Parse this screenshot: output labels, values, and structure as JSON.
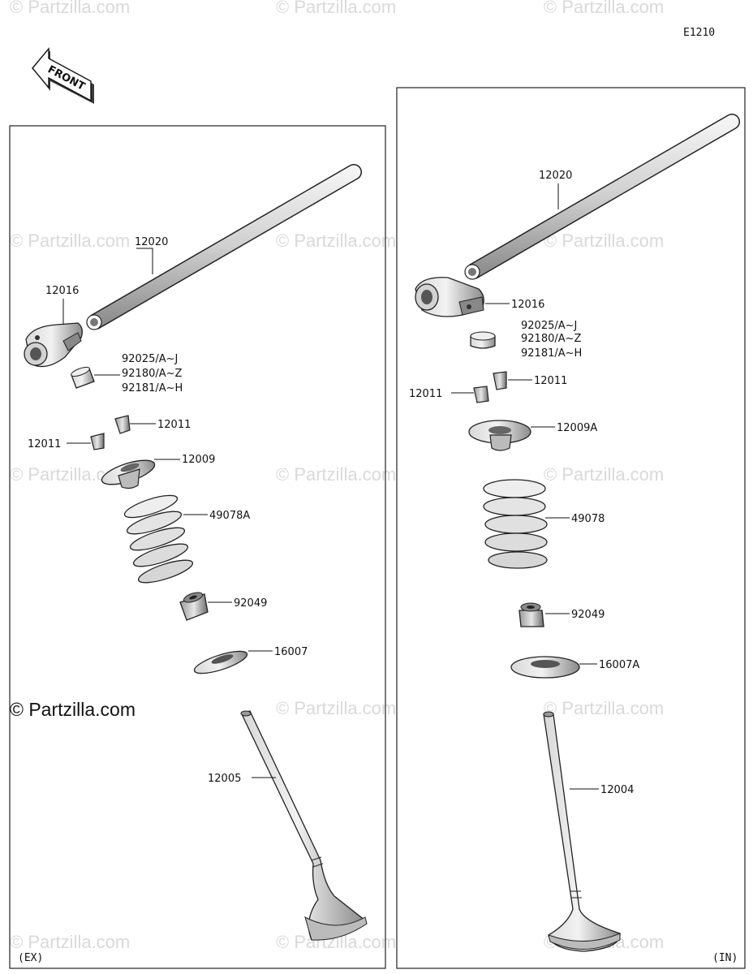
{
  "diagram_code": "E1210",
  "front_label": "FRONT",
  "watermark": "© Partzilla.com",
  "watermark_main": "© Partzilla.com",
  "panels": {
    "exhaust": {
      "tag": "(EX)",
      "labels": {
        "rocker_shaft": "12020",
        "rocker_arm": "12016",
        "shim_1": "92025/A~J",
        "shim_2": "92180/A~Z",
        "shim_3": "92181/A~H",
        "cotter_right": "12011",
        "cotter_left": "12011",
        "retainer": "12009",
        "spring": "49078A",
        "stem_seal": "92049",
        "spring_seat": "16007",
        "valve": "12005"
      }
    },
    "intake": {
      "tag": "(IN)",
      "labels": {
        "rocker_shaft": "12020",
        "rocker_arm": "12016",
        "shim_1": "92025/A~J",
        "shim_2": "92180/A~Z",
        "shim_3": "92181/A~H",
        "cotter_right": "12011",
        "cotter_left": "12011",
        "retainer": "12009A",
        "spring": "49078",
        "stem_seal": "92049",
        "spring_seat": "16007A",
        "valve": "12004"
      }
    }
  }
}
